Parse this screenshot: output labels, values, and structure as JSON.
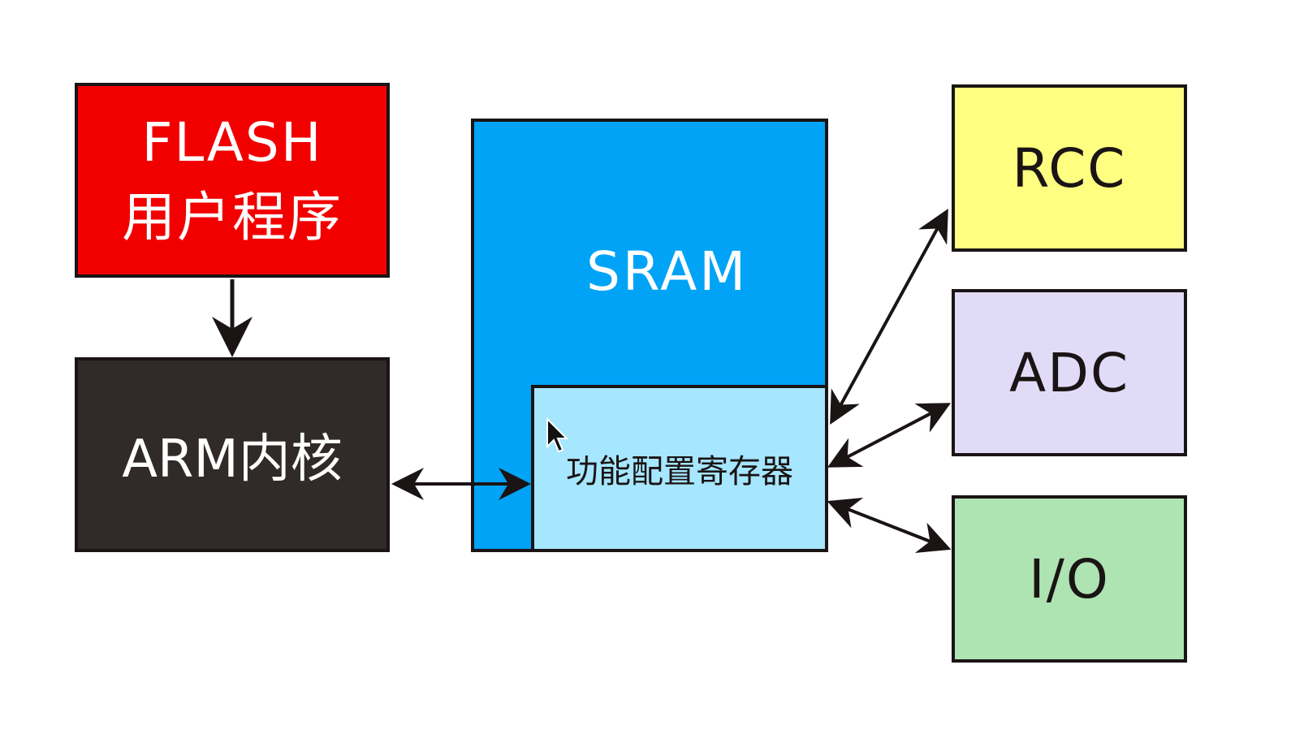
{
  "blocks": {
    "flash": {
      "label": "FLASH\n用户程序",
      "color": "#f20000"
    },
    "arm": {
      "label": "ARM内核",
      "color": "#302a29"
    },
    "sram": {
      "label": "SRAM",
      "color": "#00a3f5"
    },
    "register": {
      "label": "功能配置寄存器",
      "color": "#a6e6ff"
    },
    "rcc": {
      "label": "RCC",
      "color": "#fefe80"
    },
    "adc": {
      "label": "ADC",
      "color": "#e0dcf8"
    },
    "io": {
      "label": "I/O",
      "color": "#aee3b2"
    }
  },
  "connections": [
    {
      "from": "flash",
      "to": "arm",
      "direction": "one-way"
    },
    {
      "from": "arm",
      "to": "register",
      "direction": "two-way"
    },
    {
      "from": "register",
      "to": "rcc",
      "direction": "two-way"
    },
    {
      "from": "register",
      "to": "adc",
      "direction": "two-way"
    },
    {
      "from": "register",
      "to": "io",
      "direction": "two-way"
    }
  ],
  "cursor": {
    "icon": "mouse-pointer-icon"
  }
}
